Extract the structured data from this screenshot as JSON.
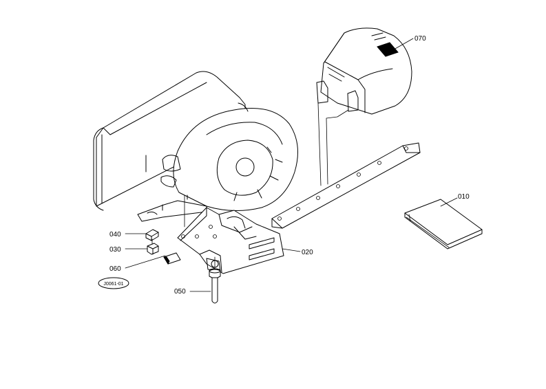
{
  "callouts": {
    "p070": "070",
    "p010": "010",
    "p040": "040",
    "p030": "030",
    "p060": "060",
    "p020": "020",
    "p050": "050"
  },
  "figure_id": "J0061-01"
}
